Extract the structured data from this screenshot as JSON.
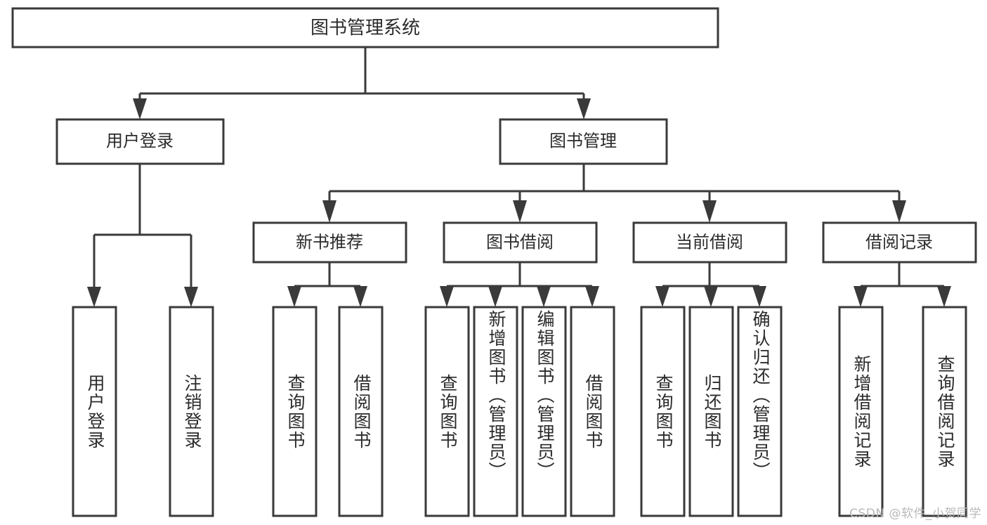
{
  "diagram": {
    "title": "图书管理系统",
    "type": "tree",
    "watermark": "CSDN @软件_小贺同学",
    "colors": {
      "box_stroke": "#3a3a3a",
      "box_fill": "#ffffff",
      "text": "#2b2b2b",
      "connector": "#3a3a3a",
      "watermark": "#b9b9b9",
      "background": "#ffffff"
    },
    "root": {
      "label": "图书管理系统"
    },
    "level2": [
      {
        "label": "用户登录"
      },
      {
        "label": "图书管理"
      }
    ],
    "level3": [
      {
        "label": "新书推荐"
      },
      {
        "label": "图书借阅"
      },
      {
        "label": "当前借阅"
      },
      {
        "label": "借阅记录"
      }
    ],
    "leaves": [
      {
        "label": "用户登录",
        "parent": "用户登录"
      },
      {
        "label": "注销登录",
        "parent": "用户登录"
      },
      {
        "label": "查询图书",
        "parent": "新书推荐"
      },
      {
        "label": "借阅图书",
        "parent": "新书推荐"
      },
      {
        "label": "查询图书",
        "parent": "图书借阅"
      },
      {
        "label": "新增图书（管理员）",
        "parent": "图书借阅"
      },
      {
        "label": "编辑图书（管理员）",
        "parent": "图书借阅"
      },
      {
        "label": "借阅图书",
        "parent": "图书借阅"
      },
      {
        "label": "查询图书",
        "parent": "当前借阅"
      },
      {
        "label": "归还图书",
        "parent": "当前借阅"
      },
      {
        "label": "确认归还（管理员）",
        "parent": "当前借阅"
      },
      {
        "label": "新增借阅记录",
        "parent": "借阅记录"
      },
      {
        "label": "查询借阅记录",
        "parent": "借阅记录"
      }
    ]
  }
}
